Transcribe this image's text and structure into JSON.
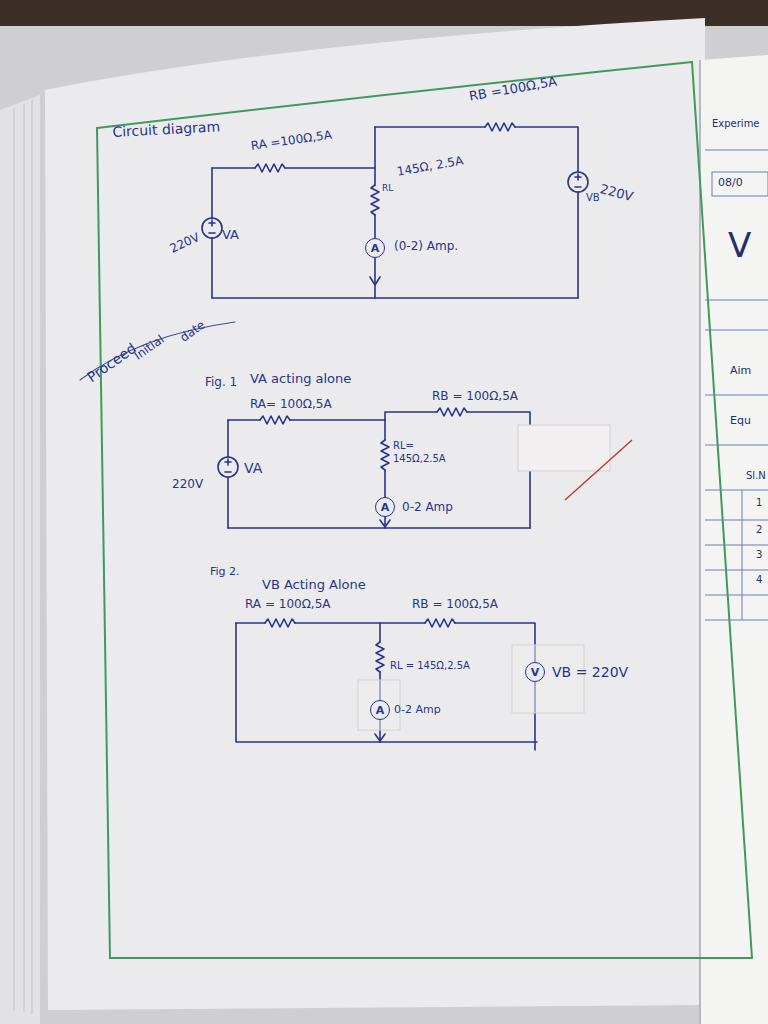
{
  "diagram": {
    "title": "Circuit diagram",
    "nodes": [
      {
        "text": [
          "A"
        ]
      },
      {
        "text": [
          "A"
        ]
      },
      {
        "text": [
          "A"
        ]
      },
      {
        "text": [
          "V"
        ]
      }
    ],
    "labels": [
      "RA =100Ω,5A",
      "RB =100Ω,5A",
      "RL",
      "145Ω, 2.5A",
      "(0-2) Amp.",
      "220V",
      "VA",
      "VB",
      "220V",
      "Proceed",
      "Initial",
      "date",
      "Fig. 1",
      "VA acting alone",
      "RA= 100Ω,5A",
      "RB = 100Ω,5A",
      "RL=",
      "145Ω,2.5A",
      "220V",
      "VA",
      "0-2 Amp",
      "Fig 2.",
      "VB Acting Alone",
      "RA = 100Ω,5A",
      "RB = 100Ω,5A",
      "RL = 145Ω,2.5A",
      "0-2 Amp",
      "VB = 220V",
      "Experime",
      "08/0",
      "V",
      "Aim",
      "Equ",
      "Sl.N",
      "1",
      "2",
      "3",
      "4"
    ]
  }
}
